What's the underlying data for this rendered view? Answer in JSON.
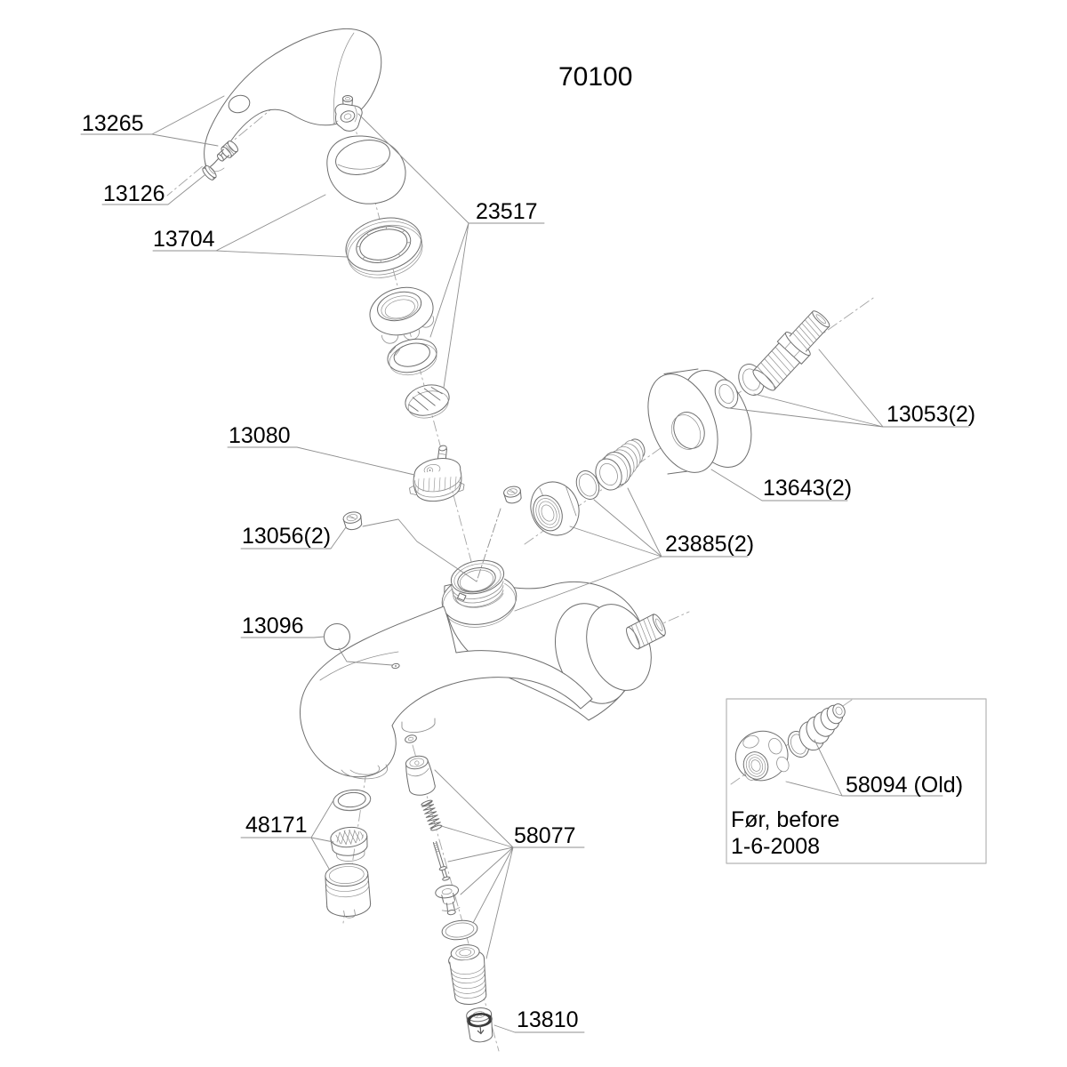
{
  "title": "70100",
  "colors": {
    "background": "#ffffff",
    "part_line": "#6e6e6e",
    "leader_line": "#8f8f8f",
    "centerline": "#a5a5a5",
    "text": "#000000",
    "inset_border": "#b5b5b5",
    "seal_ring": "#3a3a3a"
  },
  "parts": {
    "handle_screw_set": "13265",
    "handle_plug": "13126",
    "cover_set": "13704",
    "handle_fixing_set": "23517",
    "cartridge": "13080",
    "stop_screw": "13056(2)",
    "ball_plug": "13096",
    "aerator": "48171",
    "diverter": "58077",
    "check_valve": "13810",
    "eccentric_nipple": "13053(2)",
    "escutcheon": "13643(2)",
    "coupling_nut": "23885(2)"
  },
  "inset": {
    "old_part": "58094 (Old)",
    "note_line1": "Før, before",
    "note_line2": "1-6-2008"
  }
}
